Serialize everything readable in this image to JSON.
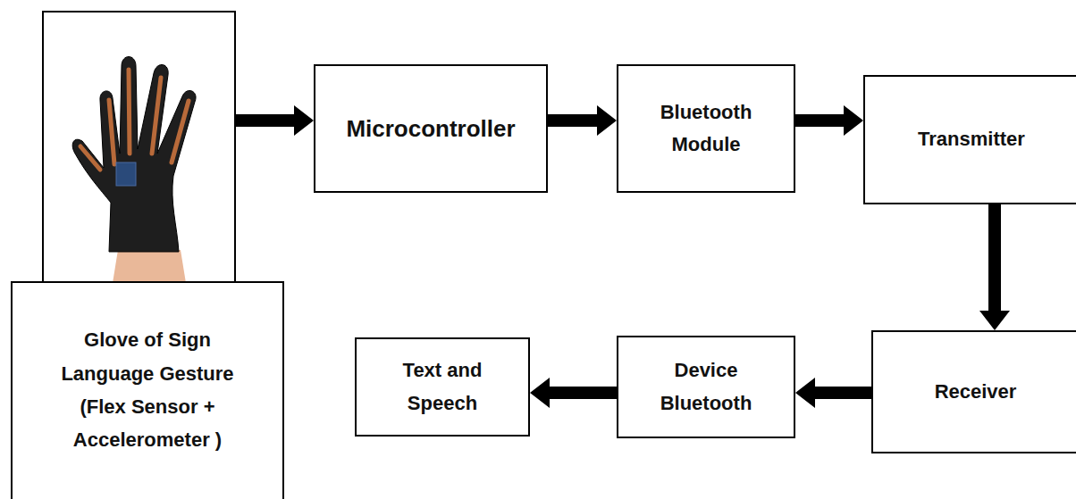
{
  "diagram": {
    "nodes": [
      {
        "text": [
          "Glove of Sign Language Gesture (Flex Sensor + Accelerometer )"
        ]
      },
      {
        "text": [
          "Microcontroller"
        ]
      },
      {
        "text": [
          "Bluetooth Module"
        ]
      },
      {
        "text": [
          "Transmitter"
        ]
      },
      {
        "text": [
          "Receiver"
        ]
      },
      {
        "text": [
          "Device Bluetooth"
        ]
      },
      {
        "text": [
          "Text and Speech"
        ]
      }
    ],
    "edges": [
      {
        "from": 0,
        "to": 1,
        "arrow": "to"
      },
      {
        "from": 1,
        "to": 2,
        "arrow": "to"
      },
      {
        "from": 2,
        "to": 3,
        "arrow": "to"
      },
      {
        "from": 3,
        "to": 4,
        "arrow": "to"
      },
      {
        "from": 4,
        "to": 5,
        "arrow": "to"
      },
      {
        "from": 5,
        "to": 6,
        "arrow": "to"
      }
    ]
  }
}
